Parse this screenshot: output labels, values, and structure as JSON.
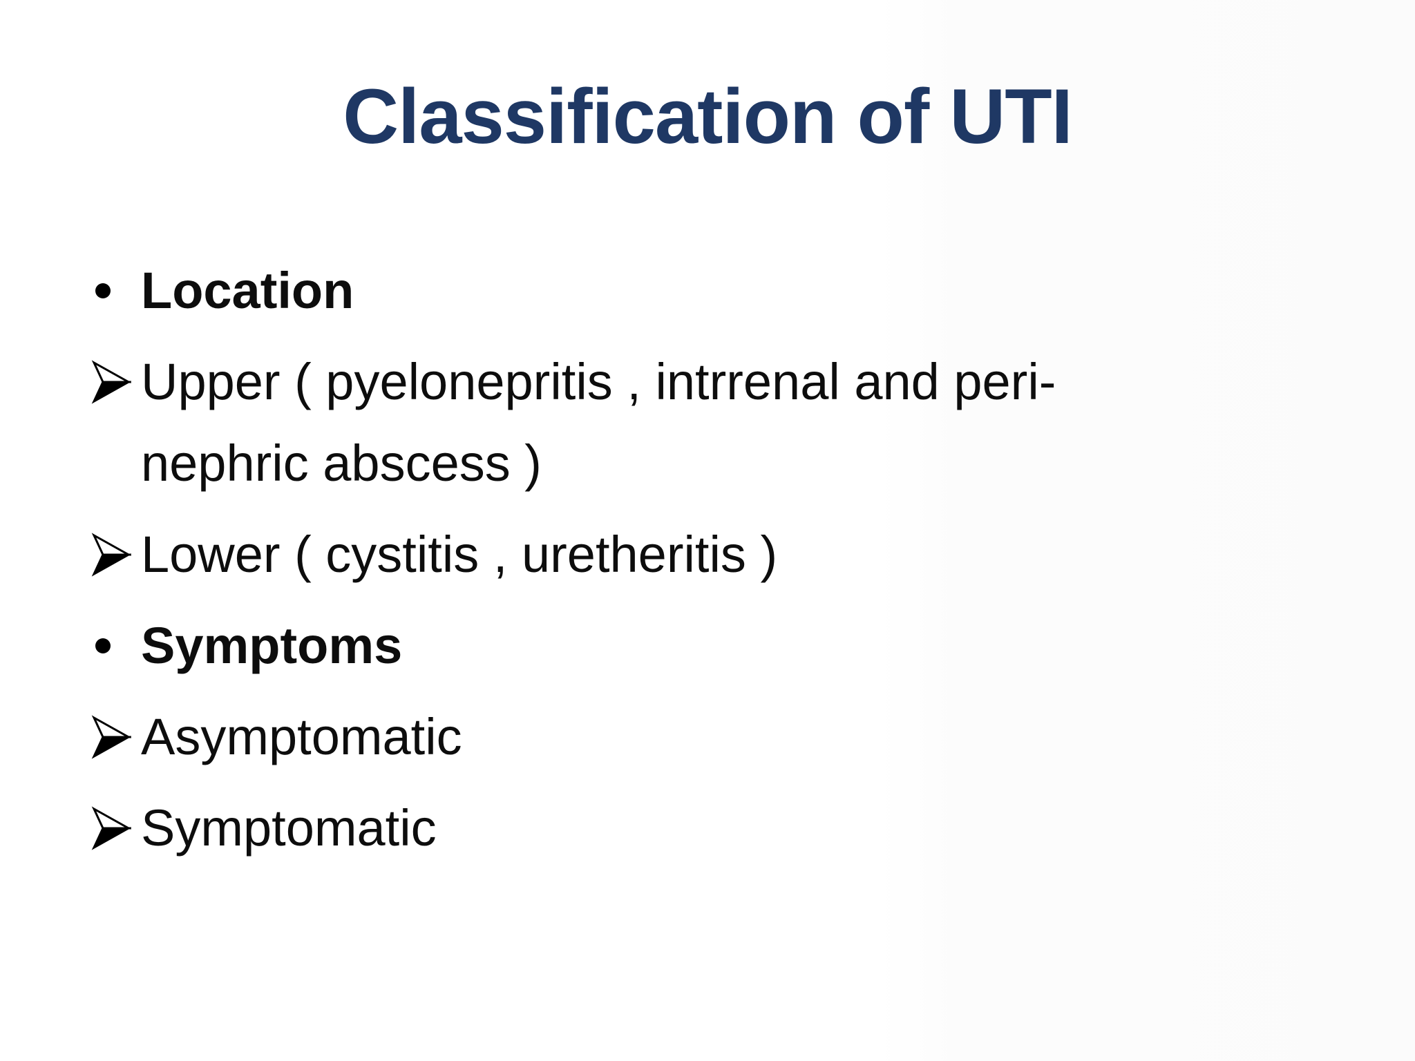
{
  "slide": {
    "title": "Classification of UTI",
    "title_color": "#1f3864",
    "body_text_color": "#0d0d0d",
    "bullets": [
      {
        "marker": "dot",
        "bold": true,
        "lines": [
          "Location"
        ]
      },
      {
        "marker": "arrow",
        "bold": false,
        "lines": [
          "Upper ( pyelonepritis , intrrenal and peri-",
          "nephric abscess )"
        ]
      },
      {
        "marker": "arrow",
        "bold": false,
        "lines": [
          "Lower ( cystitis , uretheritis )"
        ]
      },
      {
        "marker": "dot",
        "bold": true,
        "lines": [
          "Symptoms"
        ]
      },
      {
        "marker": "arrow",
        "bold": false,
        "lines": [
          "Asymptomatic"
        ]
      },
      {
        "marker": "arrow",
        "bold": false,
        "lines": [
          "Symptomatic"
        ]
      }
    ]
  }
}
